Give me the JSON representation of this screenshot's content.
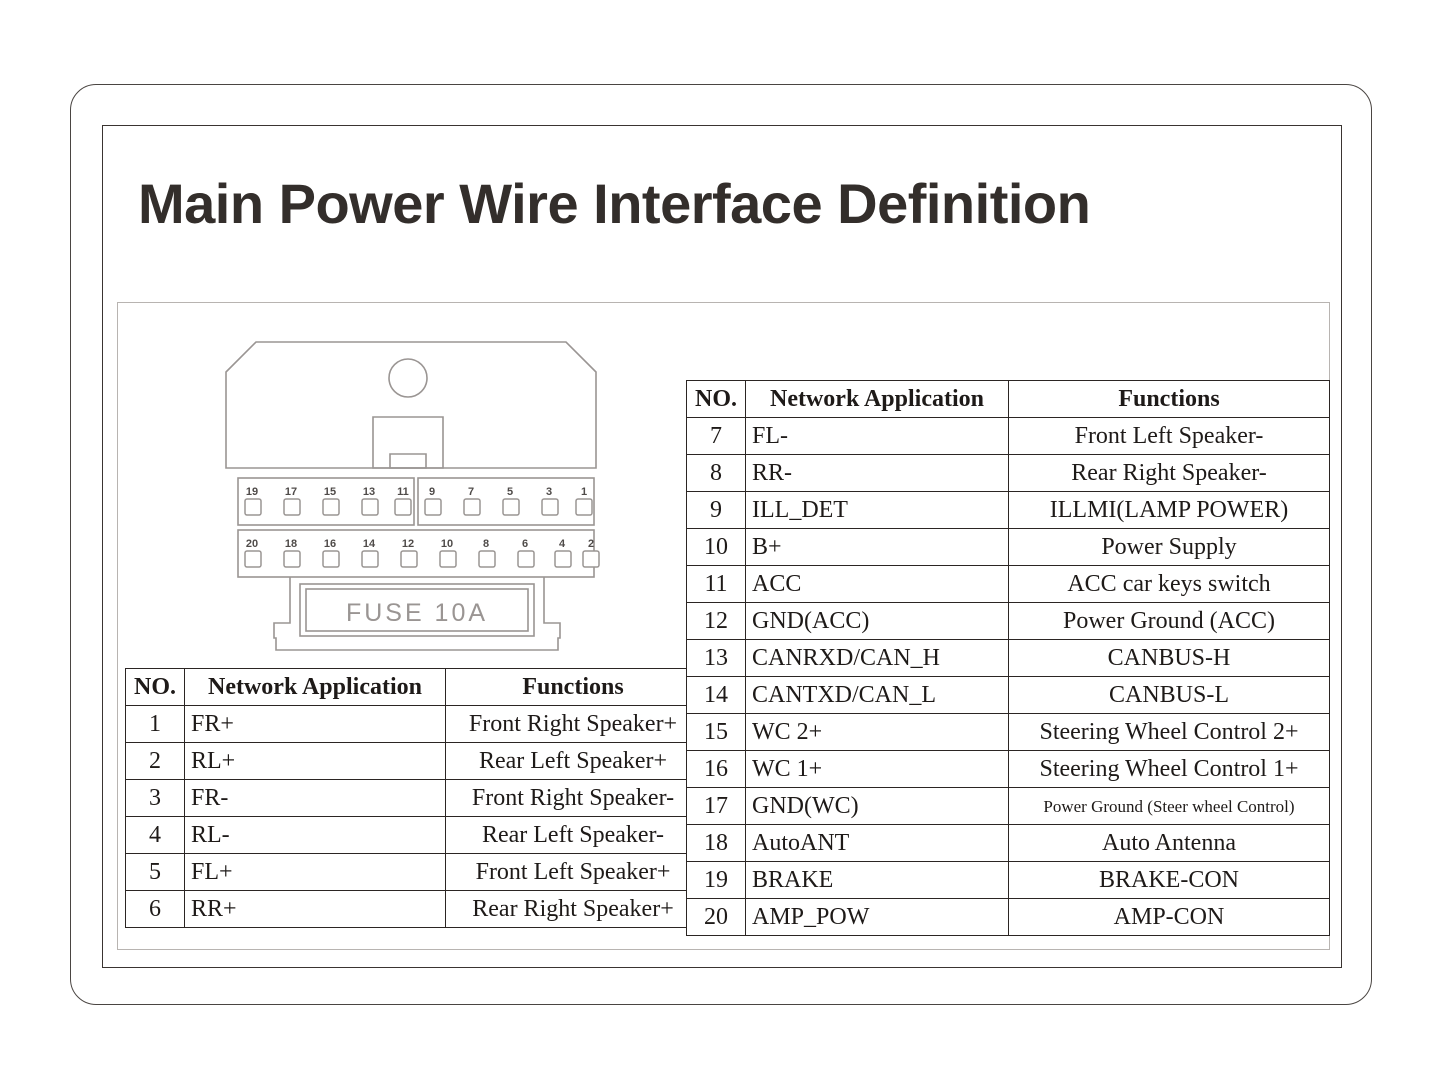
{
  "page": {
    "title": "Main Power Wire Interface Definition"
  },
  "connector": {
    "fuse_label": "FUSE    10A",
    "pins_top_left_group": [
      "19",
      "17",
      "15",
      "13",
      "11"
    ],
    "pins_top_right_group": [
      "9",
      "7",
      "5",
      "3",
      "1"
    ],
    "pins_bottom": [
      "20",
      "18",
      "16",
      "14",
      "12",
      "10",
      "8",
      "6",
      "4",
      "2"
    ]
  },
  "table_left": {
    "headers": [
      "NO.",
      "Network Application",
      "Functions"
    ],
    "rows": [
      {
        "no": "1",
        "app": "FR+",
        "fn": "Front Right Speaker+"
      },
      {
        "no": "2",
        "app": "RL+",
        "fn": "Rear Left Speaker+"
      },
      {
        "no": "3",
        "app": "FR-",
        "fn": "Front Right Speaker-"
      },
      {
        "no": "4",
        "app": "RL-",
        "fn": "Rear Left Speaker-"
      },
      {
        "no": "5",
        "app": "FL+",
        "fn": "Front Left Speaker+"
      },
      {
        "no": "6",
        "app": "RR+",
        "fn": "Rear Right Speaker+"
      }
    ]
  },
  "table_right": {
    "headers": [
      "NO.",
      "Network Application",
      "Functions"
    ],
    "rows": [
      {
        "no": "7",
        "app": "FL-",
        "fn": "Front Left Speaker-"
      },
      {
        "no": "8",
        "app": "RR-",
        "fn": "Rear Right Speaker-"
      },
      {
        "no": "9",
        "app": "ILL_DET",
        "fn": "ILLMI(LAMP POWER)"
      },
      {
        "no": "10",
        "app": "B+",
        "fn": "Power Supply"
      },
      {
        "no": "11",
        "app": "ACC",
        "fn": "ACC car keys switch"
      },
      {
        "no": "12",
        "app": "GND(ACC)",
        "fn": "Power Ground (ACC)"
      },
      {
        "no": "13",
        "app": "CANRXD/CAN_H",
        "fn": "CANBUS-H"
      },
      {
        "no": "14",
        "app": "CANTXD/CAN_L",
        "fn": "CANBUS-L"
      },
      {
        "no": "15",
        "app": "WC 2+",
        "fn": "Steering Wheel Control 2+"
      },
      {
        "no": "16",
        "app": "WC 1+",
        "fn": "Steering Wheel Control 1+"
      },
      {
        "no": "17",
        "app": "GND(WC)",
        "fn": "Power Ground (Steer wheel Control)",
        "small": true
      },
      {
        "no": "18",
        "app": "AutoANT",
        "fn": "Auto Antenna"
      },
      {
        "no": "19",
        "app": "BRAKE",
        "fn": "BRAKE-CON"
      },
      {
        "no": "20",
        "app": "AMP_POW",
        "fn": "AMP-CON"
      }
    ]
  },
  "colors": {
    "title_text": "#332e2b",
    "table_border": "#2b2523",
    "connector_line": "#9a9593",
    "outer_frame": "#4a4542",
    "content_frame": "#b8b4b1"
  }
}
